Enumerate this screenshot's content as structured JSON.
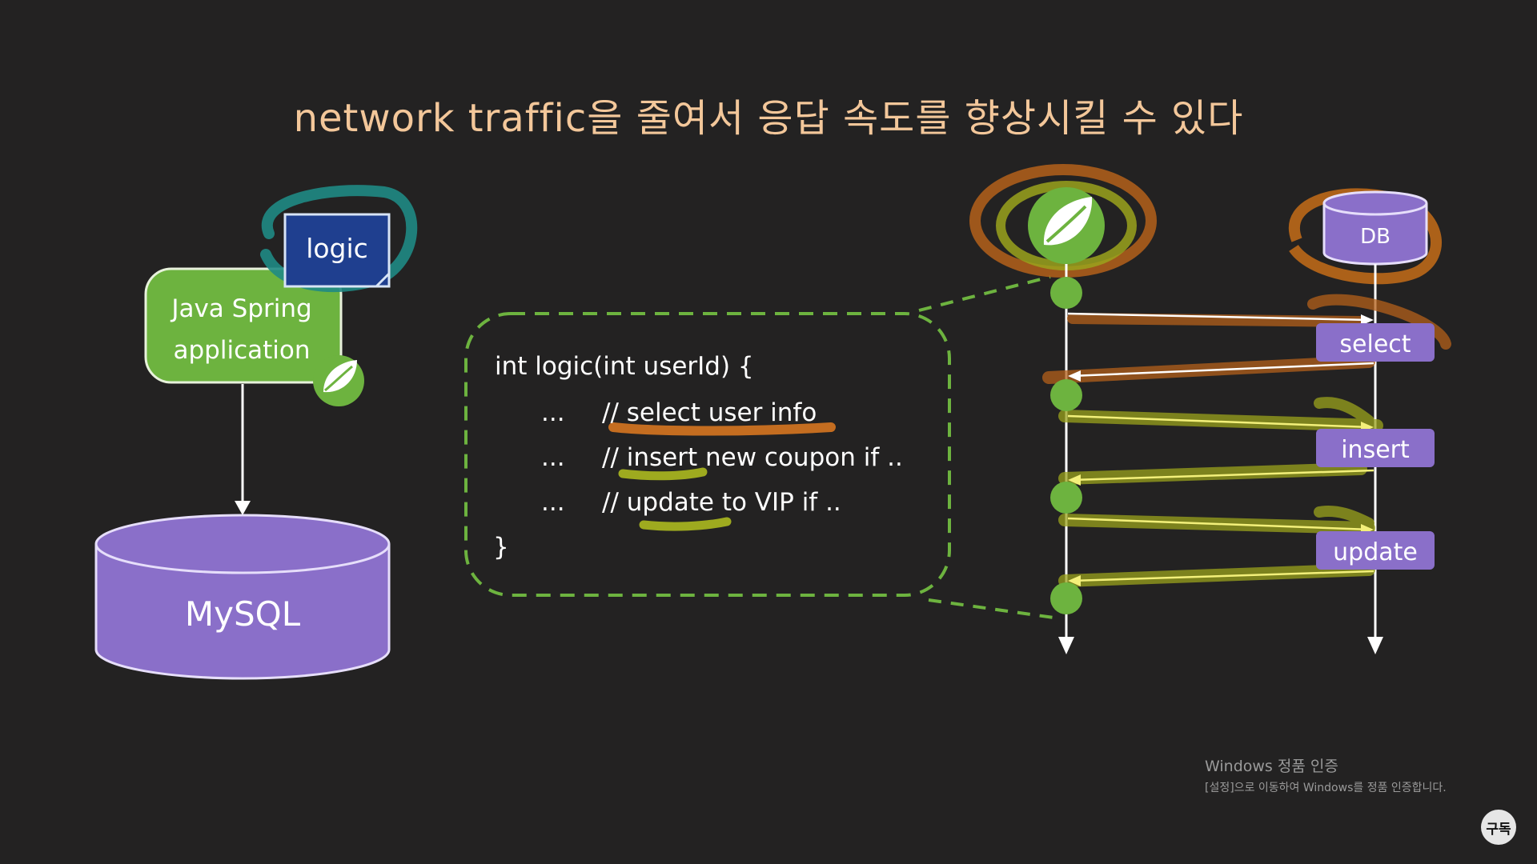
{
  "title": "network traffic을 줄여서 응답 속도를 향상시킬 수 있다",
  "left": {
    "app_line1": "Java Spring",
    "app_line2": "application",
    "logic_label": "logic",
    "db_label": "MySQL"
  },
  "code": {
    "line1": "int logic(int userId) {",
    "line2_dots": "...",
    "line2_comment": "// select user info",
    "line3_dots": "...",
    "line3_comment": "// insert new coupon if ..",
    "line4_dots": "...",
    "line4_comment": "// update to VIP if ..",
    "line5": "}"
  },
  "sequence": {
    "db_label": "DB",
    "ops": [
      "select",
      "insert",
      "update"
    ]
  },
  "watermark": {
    "title": "Windows 정품 인증",
    "subtitle": "[설정]으로 이동하여 Windows를 정품 인증합니다."
  },
  "subscribe_label": "구독",
  "colors": {
    "background": "#232222",
    "title": "#f3c79a",
    "spring_green": "#6db33f",
    "db_purple": "#8a6fc9",
    "logic_blue": "#1f3f8f",
    "highlight_orange": "#e07a20",
    "highlight_yellow": "#c8d62a",
    "highlight_teal": "#1f8a84"
  }
}
